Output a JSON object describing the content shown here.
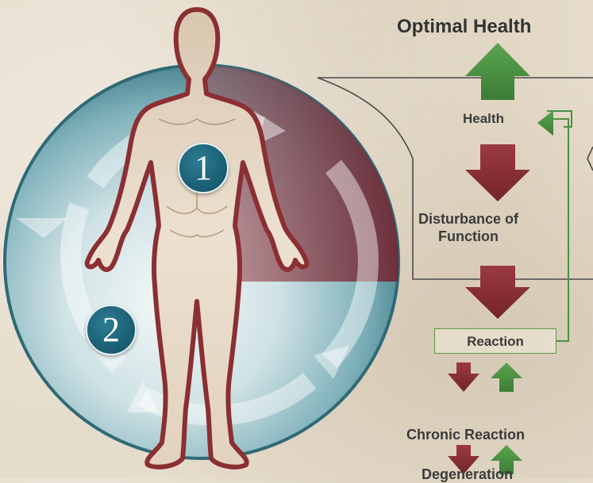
{
  "diagram": {
    "title": "Optimal Health",
    "stages": {
      "health": "Health",
      "disturbance": "Disturbance of Function",
      "reaction": "Reaction",
      "chronic_reaction": "Chronic Reaction",
      "degeneration": "Degeneration"
    },
    "markers": {
      "one": "1",
      "two": "2"
    }
  },
  "colors": {
    "green_arrow": "#4a9142",
    "red_arrow": "#8a2e35",
    "circle_teal": "#5b99a6",
    "body_outline": "#8b2f32",
    "body_fill": "#e2d3c0",
    "badge": "#1a5f74"
  },
  "icons": {
    "figure": "human-body-icon",
    "cycle": "circular-arrows-icon",
    "up": "green-up-arrow-icon",
    "down": "red-down-arrow-icon"
  }
}
